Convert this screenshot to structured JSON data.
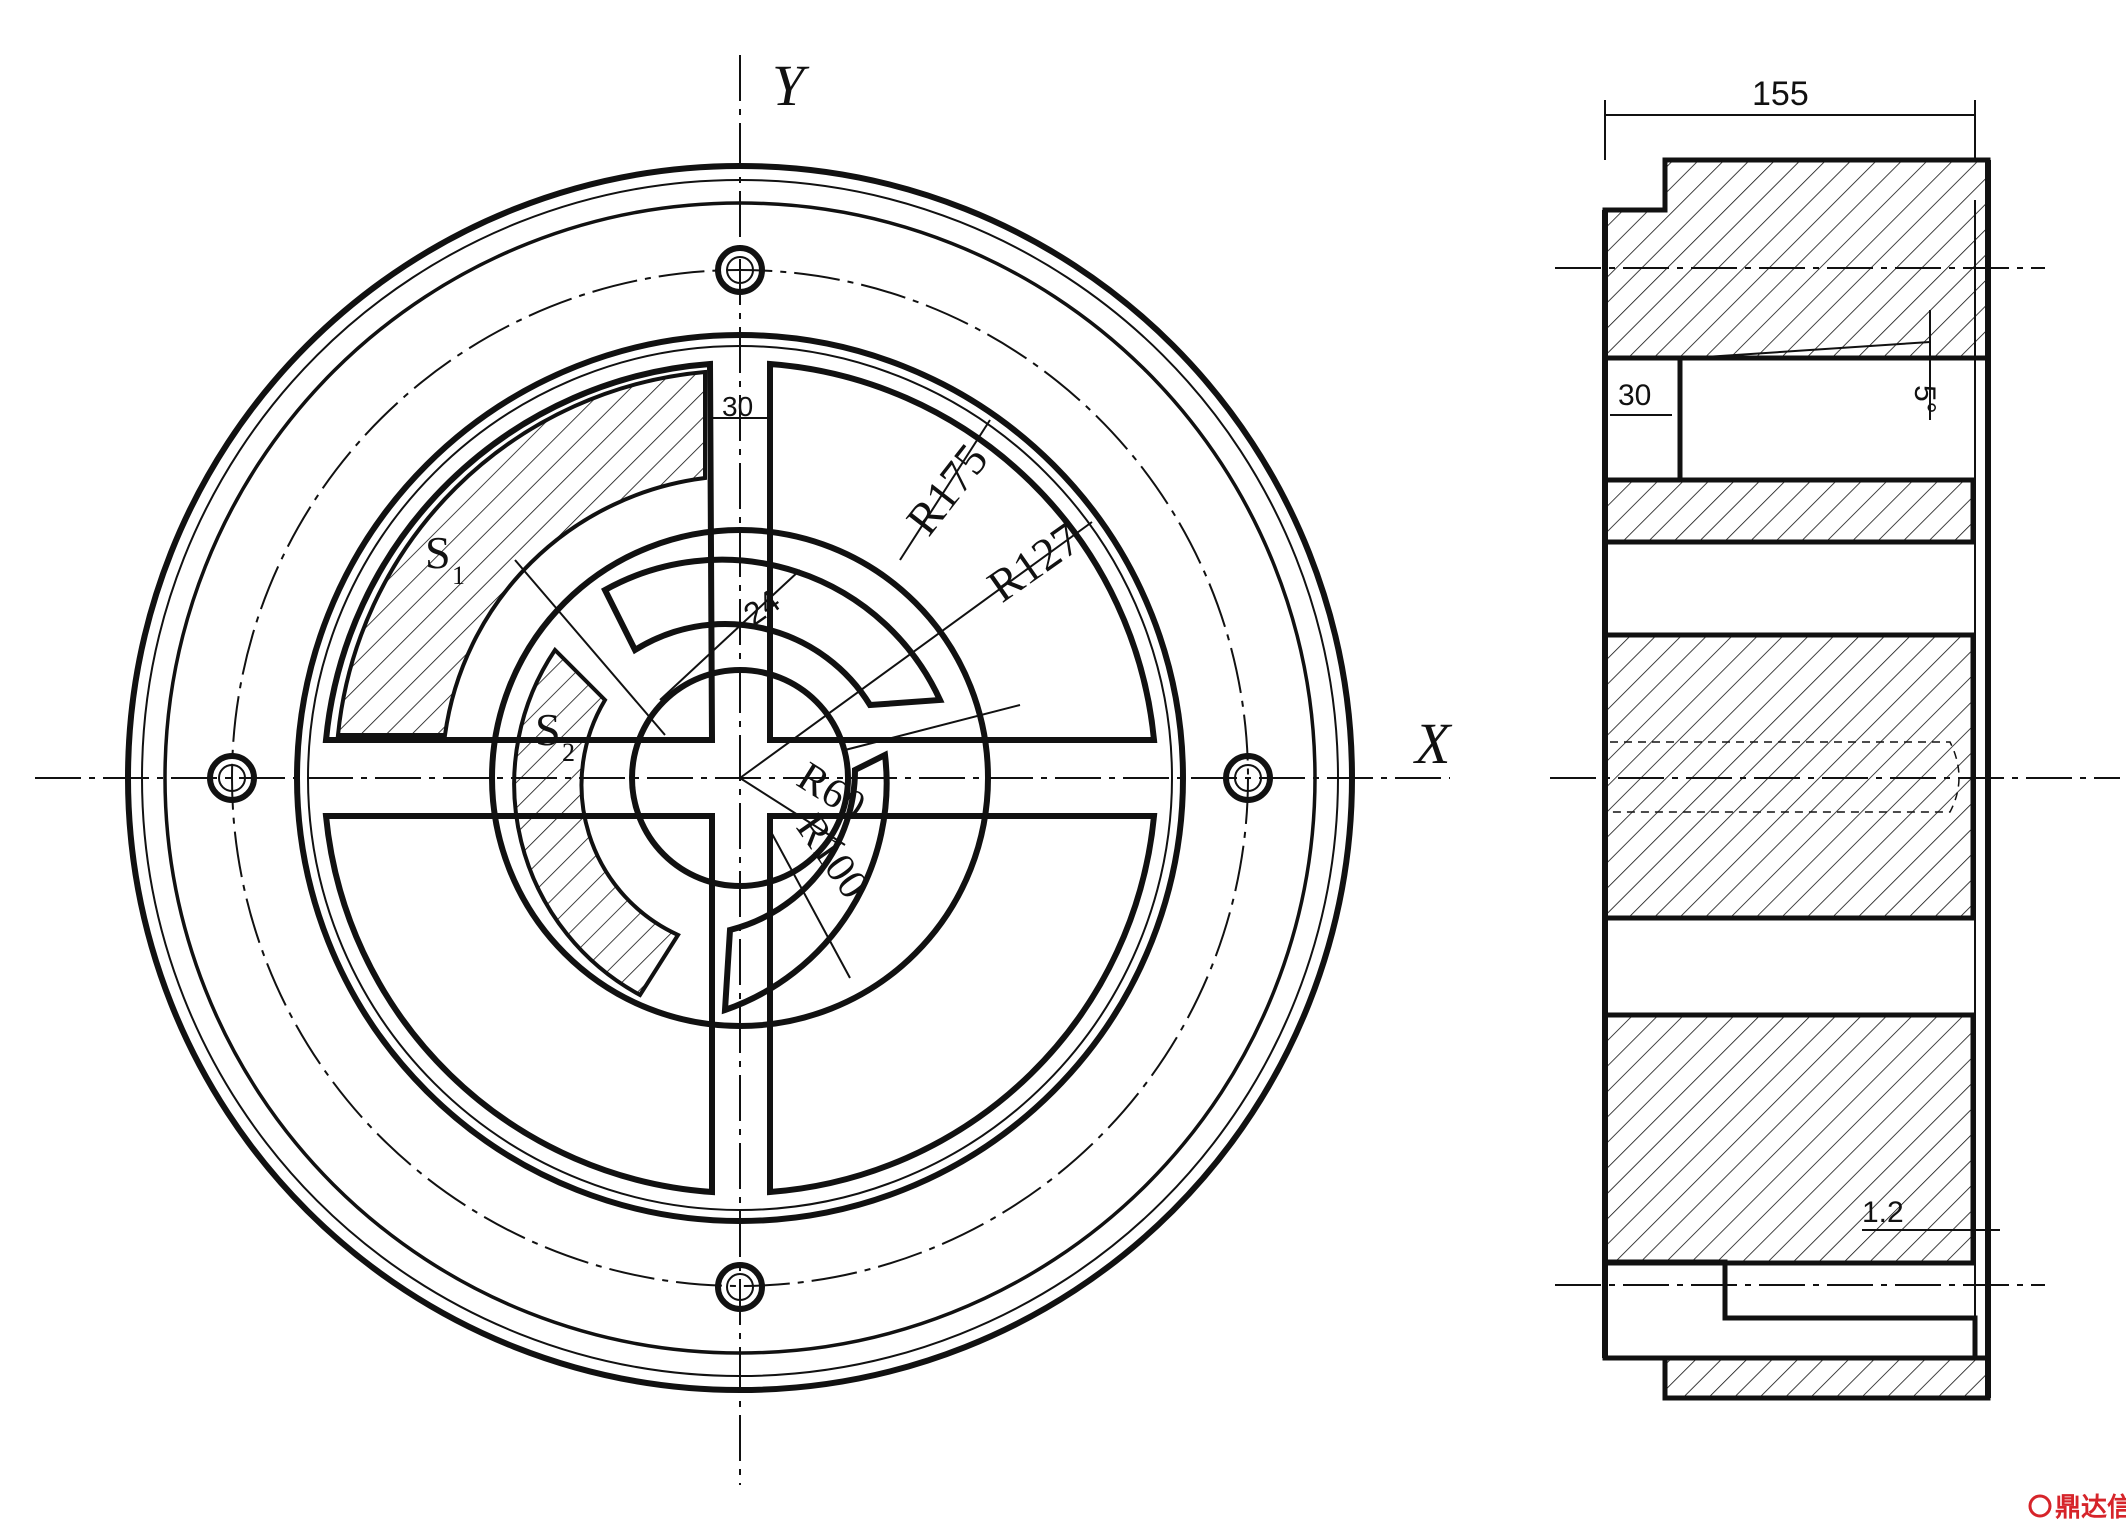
{
  "front_view": {
    "axis_y_label": "Y",
    "axis_x_label": "X",
    "region_s1": {
      "main": "S",
      "sub": "1"
    },
    "region_s2": {
      "main": "S",
      "sub": "2"
    },
    "dim_rib_width": "30",
    "dim_gap": "24",
    "dim_r175": "R175",
    "dim_r127": "R127",
    "dim_r60": "R60",
    "dim_r100": "R100"
  },
  "section_view": {
    "dim_total_width": "155",
    "dim_bore_depth": "30",
    "dim_taper": "5°",
    "dim_relief": "1.2"
  },
  "watermark": {
    "text": "鼎达信",
    "color": "#d6242a"
  }
}
